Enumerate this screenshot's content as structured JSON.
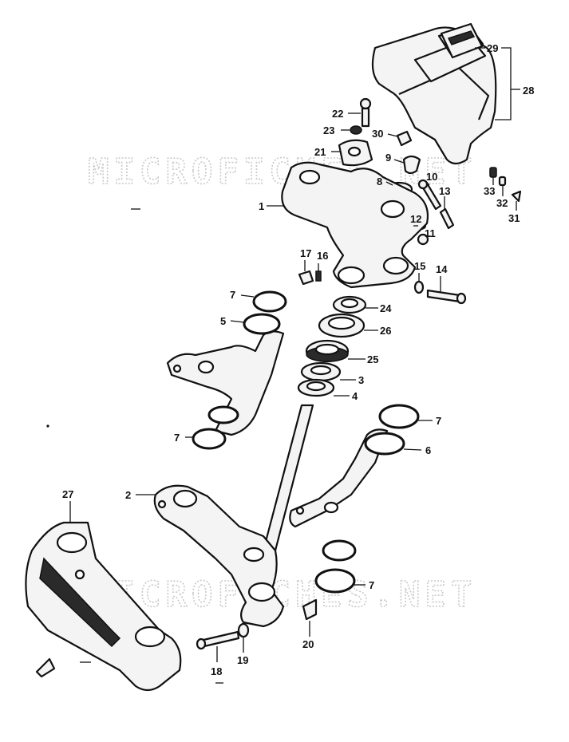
{
  "watermark": "MICROFICHES.NET",
  "part_numbers": {
    "n1": "1",
    "n2": "2",
    "n3": "3",
    "n4": "4",
    "n5": "5",
    "n6": "6",
    "n7": "7",
    "n8": "8",
    "n9": "9",
    "n10": "10",
    "n11": "11",
    "n12": "12",
    "n13": "13",
    "n14": "14",
    "n15": "15",
    "n16": "16",
    "n17": "17",
    "n18": "18",
    "n19": "19",
    "n20": "20",
    "n21": "21",
    "n22": "22",
    "n23": "23",
    "n24": "24",
    "n25": "25",
    "n26": "26",
    "n27": "27",
    "n28": "28",
    "n29": "29",
    "n30": "30",
    "n31": "31",
    "n32": "32",
    "n33": "33"
  }
}
